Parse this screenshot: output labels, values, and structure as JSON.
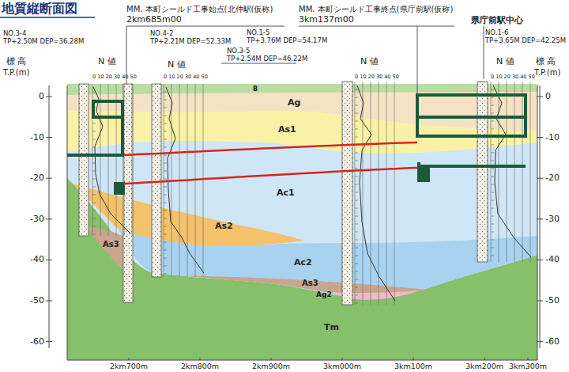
{
  "diagram": {
    "title": "地質縦断面図",
    "labels": [
      "MM. 本町シールド工事始点(北仲駅(仮称)",
      "2km685m00",
      "MM. 本町シールド工事終点(県庁前駅(仮称)",
      "3km137m00",
      "県庁前駅中心",
      "NO.3-4",
      "TP+2.50M DEP=36.28M",
      "NO.4-2",
      "TP+2.21M DEP=52.33M",
      "NO.3-5",
      "TP+2.54M DEP=46.22M",
      "NO.1-5",
      "TP+3.76M DEP=54.17M",
      "NO.1-6",
      "TP+3.65M DEP=42.25M",
      "標 高",
      "T.P.(m)",
      "標 高",
      "T.P.(m)",
      "N 値",
      "N 値",
      "N 値",
      "N 値",
      "0 10 20 30 40 50",
      "0 10 20 30 40 50",
      "0 10 20 30 40 50",
      "0 10 20 30 40 50",
      "0",
      "-10",
      "-20",
      "-30",
      "-40",
      "-50",
      "-60",
      "0",
      "-10",
      "-20",
      "-30",
      "-40",
      "-50",
      "-60",
      "B",
      "Ag",
      "As1",
      "Ac1",
      "As2",
      "Ac2",
      "As3",
      "As3",
      "Ag2",
      "Tm",
      "2km700m",
      "2km800m",
      "2km900m",
      "3km000m",
      "3km100m",
      "3km200m",
      "3km300m"
    ]
  }
}
